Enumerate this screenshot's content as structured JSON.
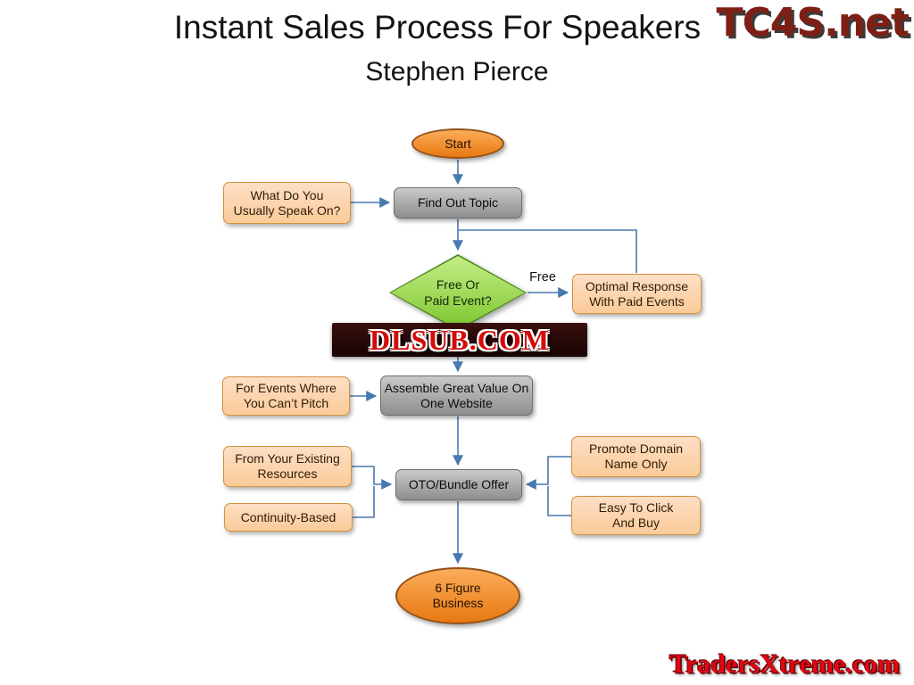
{
  "title": "Instant Sales Process For Speakers",
  "subtitle": "Stephen Pierce",
  "watermarks": {
    "top_right": "TC4S.net",
    "center": "DLSUB.COM",
    "bottom_right": "TradersXtreme.com"
  },
  "flowchart": {
    "nodes": {
      "start": "Start",
      "what_speak_on": "What Do You Usually Speak On?",
      "find_out_topic": "Find Out Topic",
      "free_or_paid": "Free Or Paid Event?",
      "optimal_response": "Optimal Response With Paid Events",
      "assemble_value": "Assemble Great Value On One Website",
      "for_events": "For Events Where You Can’t Pitch",
      "from_existing": "From Your Existing Resources",
      "continuity": "Continuity-Based",
      "oto_bundle": "OTO/Bundle Offer",
      "promote_domain": "Promote Domain Name Only",
      "easy_click": "Easy To Click And Buy",
      "six_figure": "6 Figure Business"
    },
    "edge_labels": {
      "free": "Free"
    },
    "colors": {
      "connector_blue": "#4879B0",
      "terminator_orange": "#F08A1D",
      "process_gray": "#A6A6A6",
      "note_tan": "#FCD5B4",
      "decision_green": "#92D050",
      "watermark_red": "#D40B0B"
    }
  }
}
